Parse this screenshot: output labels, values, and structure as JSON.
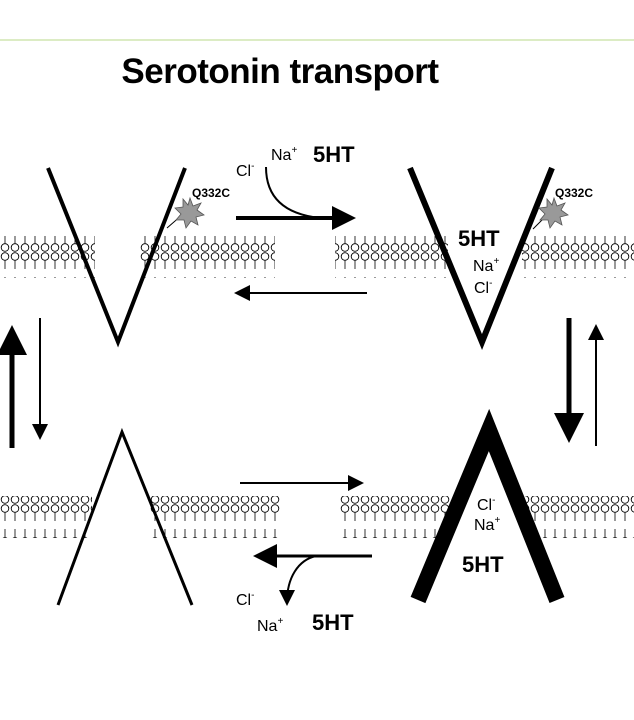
{
  "title": "Serotonin transport",
  "colors": {
    "top_rule": "#b8d98a",
    "ink": "#000000",
    "mutation_star": "#999999"
  },
  "labels": {
    "mutation": "Q332C",
    "substrate": "5HT",
    "sodium": "Na",
    "sodium_charge": "+",
    "chloride": "Cl",
    "chloride_charge": "-"
  }
}
